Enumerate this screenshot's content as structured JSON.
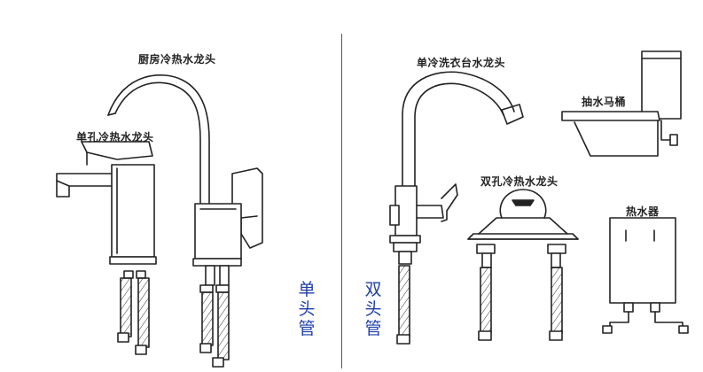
{
  "labels": {
    "kitchen_faucet": "厨房冷热水龙头",
    "single_hole_faucet": "单孔冷热水龙头",
    "laundry_sink_faucet": "单冷洗衣台水龙头",
    "toilet": "抽水马桶",
    "double_hole_faucet": "双孔冷热水龙头",
    "water_heater": "热水器"
  },
  "side_labels": {
    "single_tube": [
      "单",
      "头",
      "管"
    ],
    "double_tube": [
      "双",
      "头",
      "管"
    ]
  },
  "colors": {
    "line": "#222222",
    "side_label": "#1f3ea8",
    "background": "#ffffff"
  }
}
